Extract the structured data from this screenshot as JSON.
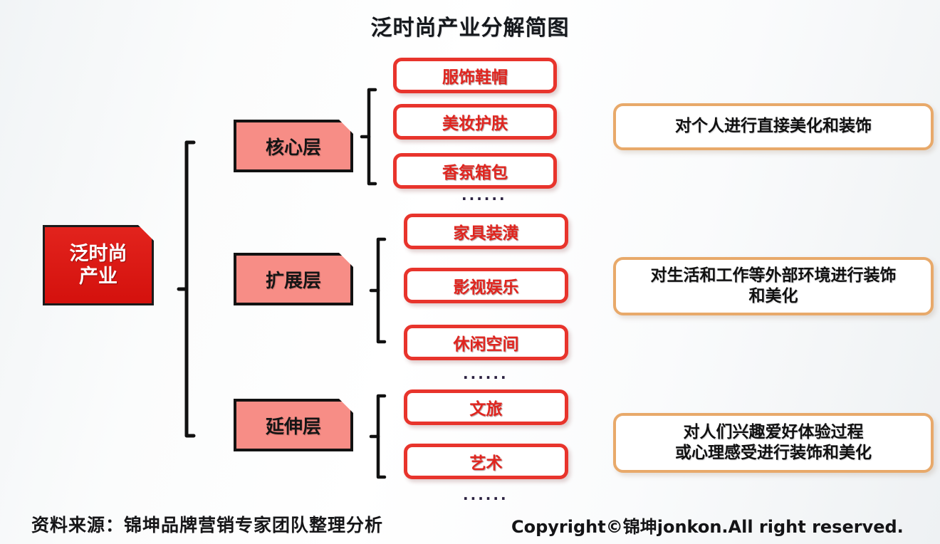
{
  "title": "泛时尚产业分解简图",
  "root": {
    "name": "root-node",
    "lines": [
      "泛时尚",
      "产业"
    ],
    "color": "#d4110d",
    "text_color": "#ffffff"
  },
  "layers": [
    {
      "id": "core",
      "label": "核心层",
      "color": "#f78d86",
      "items": [
        "服饰鞋帽",
        "美妆护肤",
        "香氛箱包"
      ],
      "ellipsis": "......",
      "description": [
        "对个人进行直接美化和装饰"
      ]
    },
    {
      "id": "ext",
      "label": "扩展层",
      "color": "#f78d86",
      "items": [
        "家具装潢",
        "影视娱乐",
        "休闲空间"
      ],
      "ellipsis": "......",
      "description": [
        "对生活和工作等外部环境进行装饰",
        "和美化"
      ]
    },
    {
      "id": "exten",
      "label": "延伸层",
      "color": "#f78d86",
      "items": [
        "文旅",
        "艺术"
      ],
      "ellipsis": "......",
      "description": [
        "对人们兴趣爱好体验过程",
        "或心理感受进行装饰和美化"
      ]
    }
  ],
  "footer": {
    "source": "资料来源：锦坤品牌营销专家团队整理分析",
    "copyright": "Copyright©锦坤jonkon.All right reserved."
  },
  "colors": {
    "accent_red": "#e8342c",
    "root_red": "#d4110d",
    "layer_pink": "#f78d86",
    "desc_border": "#e8a96a",
    "brace": "#111111",
    "background": "#f7f9fa"
  }
}
